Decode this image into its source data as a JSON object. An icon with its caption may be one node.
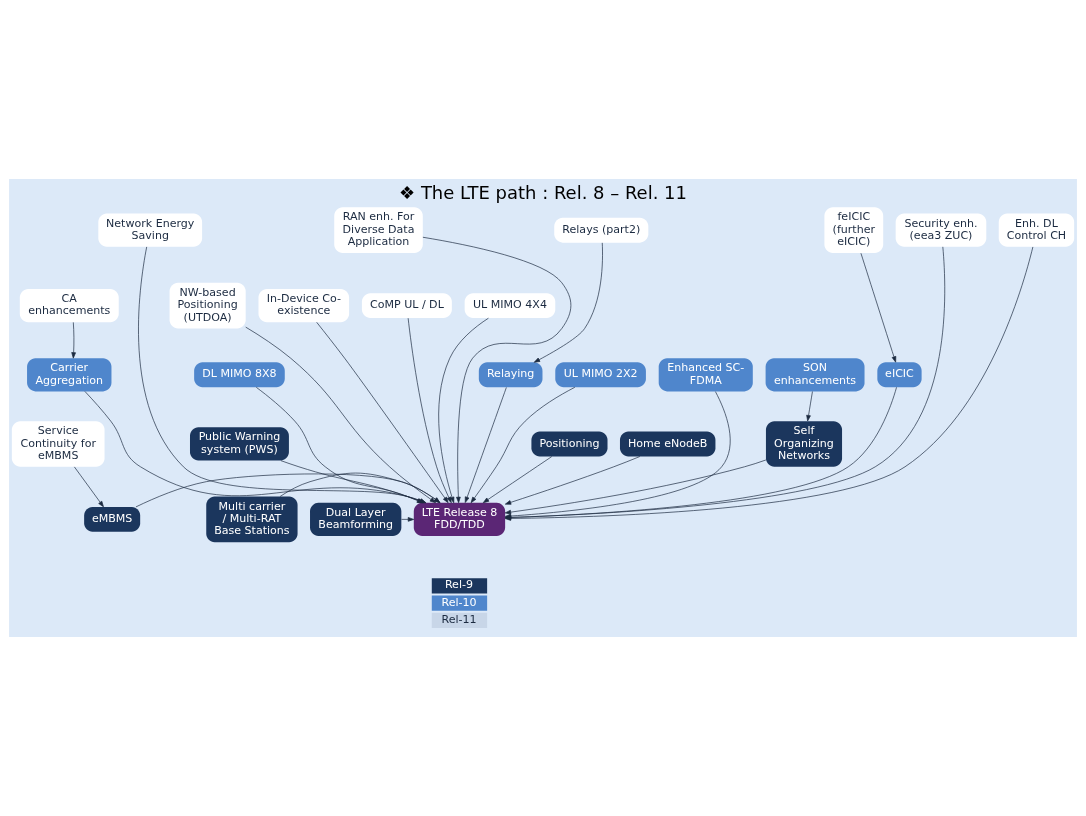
{
  "diagram": {
    "title": "❖ The LTE path : Rel. 8 – Rel. 11",
    "nodes": [
      {
        "text": [
          "RAN enh. For Diverse Data Application"
        ]
      },
      {
        "text": [
          "Security enh. (eea3 ZUC)"
        ]
      },
      {
        "text": [
          "Relays (part2)"
        ]
      },
      {
        "text": [
          "feICIC (further eICIC)"
        ]
      },
      {
        "text": [
          "Enh. DL Control CH"
        ]
      },
      {
        "text": [
          "Network Energy Saving"
        ]
      },
      {
        "text": [
          "NW-based Positioning (UTDOA)"
        ]
      },
      {
        "text": [
          "In-Device Co-existence"
        ]
      },
      {
        "text": [
          "CoMP UL / DL"
        ]
      },
      {
        "text": [
          "UL MIMO 4X4"
        ]
      },
      {
        "text": [
          "CA enhancements"
        ]
      },
      {
        "text": [
          "Relaying"
        ]
      },
      {
        "text": [
          "eICIC"
        ]
      },
      {
        "text": [
          "DL MIMO 8X8"
        ]
      },
      {
        "text": [
          "UL MIMO 2X2"
        ]
      },
      {
        "text": [
          "SON enhancements"
        ]
      },
      {
        "text": [
          "Carrier Aggregation"
        ]
      },
      {
        "text": [
          "Enhanced SC-FDMA"
        ]
      },
      {
        "text": [
          "Public Warning system (PWS)"
        ]
      },
      {
        "text": [
          "Positioning"
        ]
      },
      {
        "text": [
          "Home eNodeB"
        ]
      },
      {
        "text": [
          "Service Continuity for eMBMS"
        ]
      },
      {
        "text": [
          "eMBMS"
        ]
      },
      {
        "text": [
          "Self Organizing Networks"
        ]
      },
      {
        "text": [
          "LTE Release 8 FDD/TDD"
        ]
      },
      {
        "text": [
          "Dual Layer Beamforming"
        ]
      },
      {
        "text": [
          "Multi carrier / Multi-RAT Base Stations"
        ]
      }
    ],
    "edges": [
      {
        "from": 2,
        "to": 11,
        "arrow": "to"
      },
      {
        "from": 3,
        "to": 12,
        "arrow": "to"
      },
      {
        "from": 10,
        "to": 16,
        "arrow": "to"
      },
      {
        "from": 15,
        "to": 23,
        "arrow": "to"
      },
      {
        "from": 21,
        "to": 22,
        "arrow": "to"
      },
      {
        "from": 0,
        "to": 24,
        "arrow": "to"
      },
      {
        "from": 1,
        "to": 24,
        "arrow": "to"
      },
      {
        "from": 6,
        "to": 24,
        "arrow": "to"
      },
      {
        "from": 7,
        "to": 24,
        "arrow": "to"
      },
      {
        "from": 4,
        "to": 24,
        "arrow": "to"
      },
      {
        "from": 5,
        "to": 24,
        "arrow": "to"
      },
      {
        "from": 8,
        "to": 24,
        "arrow": "to"
      },
      {
        "from": 9,
        "to": 24,
        "arrow": "to"
      },
      {
        "from": 11,
        "to": 24,
        "arrow": "to"
      },
      {
        "from": 12,
        "to": 24,
        "arrow": "to"
      },
      {
        "from": 13,
        "to": 24,
        "arrow": "to"
      },
      {
        "from": 14,
        "to": 24,
        "arrow": "to"
      },
      {
        "from": 16,
        "to": 24,
        "arrow": "to"
      },
      {
        "from": 17,
        "to": 24,
        "arrow": "to"
      },
      {
        "from": 18,
        "to": 24,
        "arrow": "to"
      },
      {
        "from": 19,
        "to": 24,
        "arrow": "to"
      },
      {
        "from": 20,
        "to": 24,
        "arrow": "to"
      },
      {
        "from": 22,
        "to": 24,
        "arrow": "to"
      },
      {
        "from": 23,
        "to": 24,
        "arrow": "to"
      },
      {
        "from": 25,
        "to": 24,
        "arrow": "to"
      },
      {
        "from": 26,
        "to": 24,
        "arrow": "to"
      }
    ],
    "legend": [
      {
        "text": "Rel-9",
        "color": "#1b365d"
      },
      {
        "text": "Rel-10",
        "color": "#4f86cc"
      },
      {
        "text": "Rel-11",
        "color": "#c8d6e8"
      }
    ]
  }
}
